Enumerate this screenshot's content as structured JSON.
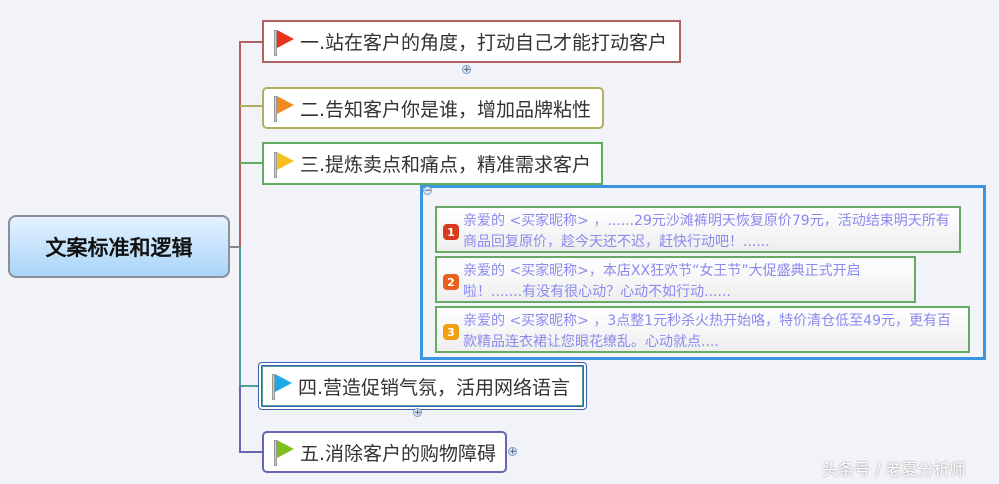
{
  "root": {
    "label": "文案标准和逻辑"
  },
  "branches": [
    {
      "label": "一.站在客户的角度，打动自己才能打动客户",
      "flag_color": "#e8341c",
      "border": "#b06262"
    },
    {
      "label": "二.告知客户你是谁，增加品牌粘性",
      "flag_color": "#f08a24",
      "border": "#b2ad62"
    },
    {
      "label": "三.提炼卖点和痛点，精准需求客户",
      "flag_color": "#f5c020",
      "border": "#60ac60"
    },
    {
      "label": "四.营造促销气氛，活用网络语言",
      "flag_color": "#1ea8e8",
      "border": "#3a5fb0"
    },
    {
      "label": "五.消除客户的购物障碍",
      "flag_color": "#7cc020",
      "border": "#6666b0"
    }
  ],
  "subtopics": [
    {
      "number": "1",
      "badge_color": "#d83a20",
      "text": "亲爱的 <买家昵称> ，......29元沙滩裤明天恢复原价79元，活动结束明天所有商品回复原价，趁今天还不迟，赶快行动吧！......"
    },
    {
      "number": "2",
      "badge_color": "#e8601c",
      "text": "亲爱的 <买家昵称>，本店XX狂欢节“女王节”大促盛典正式开启啦！.......有没有很心动？心动不如行动......"
    },
    {
      "number": "3",
      "badge_color": "#f0a010",
      "text": "亲爱的 <买家昵称> ，3点整1元秒杀火热开始咯，特价清仓低至49元，更有百款精品连衣裙让您眼花缭乱。心动就点...."
    }
  ],
  "toggles": {
    "expand": "+",
    "collapse": "−"
  },
  "watermark": "头条号 / 老夏分析师"
}
